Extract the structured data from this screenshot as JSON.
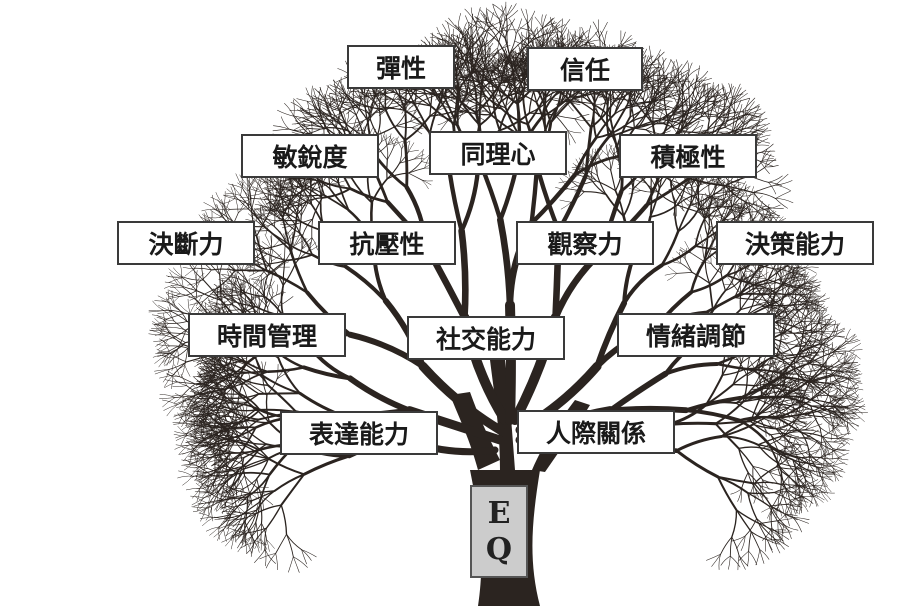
{
  "labels": {
    "resilience": "彈性",
    "trust": "信任",
    "sensitivity": "敏銳度",
    "empathy": "同理心",
    "positivity": "積極性",
    "decisiveness": "決斷力",
    "stress_resistance": "抗壓性",
    "observation": "觀察力",
    "decision_making": "決策能力",
    "time_management": "時間管理",
    "social_skills": "社交能力",
    "emotion_regulation": "情緒調節",
    "expression": "表達能力",
    "relationships": "人際關係"
  },
  "trunk": {
    "line1": "E",
    "line2": "Q"
  },
  "colors": {
    "branch": "#2b2420",
    "trunk_box": "#cccccc",
    "box_border": "#3a3a3a"
  }
}
